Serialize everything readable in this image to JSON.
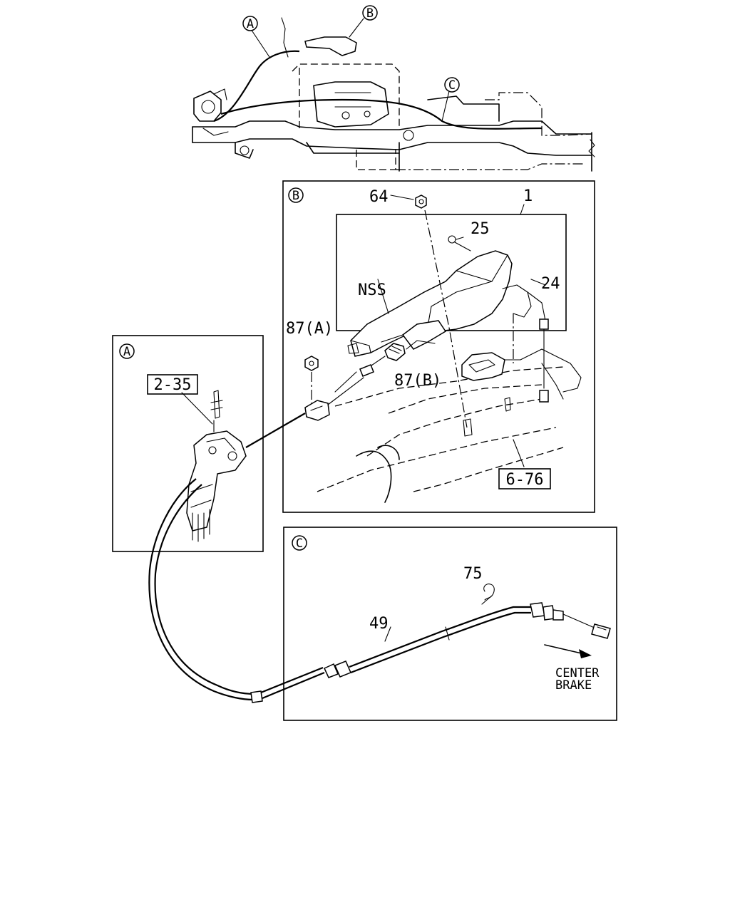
{
  "callouts": {
    "a": "A",
    "b": "B",
    "c": "C"
  },
  "parts": {
    "p1": "1",
    "p24": "24",
    "p25": "25",
    "p64": "64",
    "nss": "NSS",
    "p87a": "87(A)",
    "p87b": "87(B)",
    "ref_6_76": "6-76",
    "ref_2_35": "2-35",
    "p75": "75",
    "p49": "49"
  },
  "notes": {
    "center": "CENTER",
    "brake": "BRAKE"
  }
}
